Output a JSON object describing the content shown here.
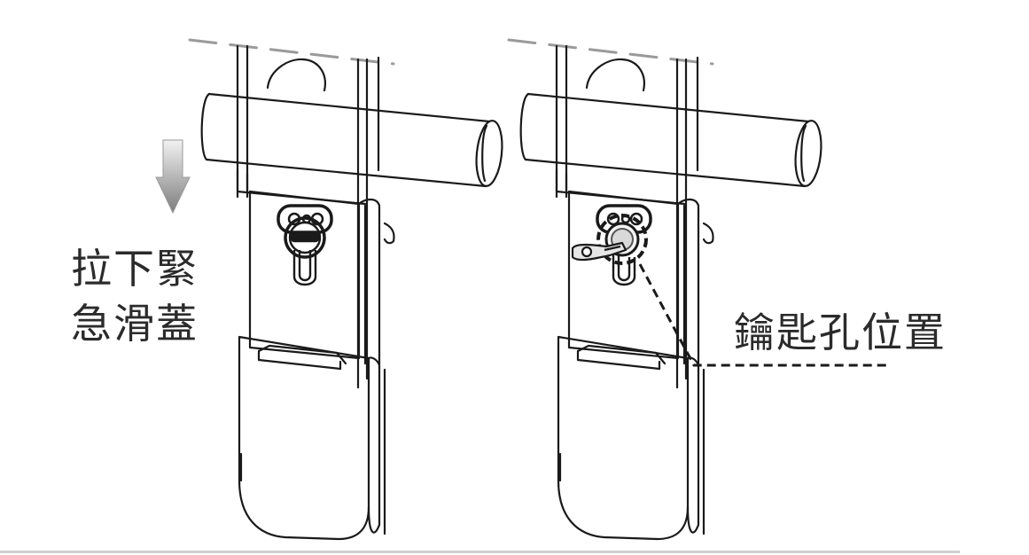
{
  "labels": {
    "pull_down_line1": "拉下緊",
    "pull_down_line2": "急滑蓋",
    "keyhole_position": "鑰匙孔位置"
  },
  "colors": {
    "stroke": "#1a1a1a",
    "arrow": "#8a8a8a",
    "rule": "#cfcfcf"
  },
  "icons": [
    "down-arrow-icon",
    "keyhole-icon",
    "key-icon"
  ]
}
